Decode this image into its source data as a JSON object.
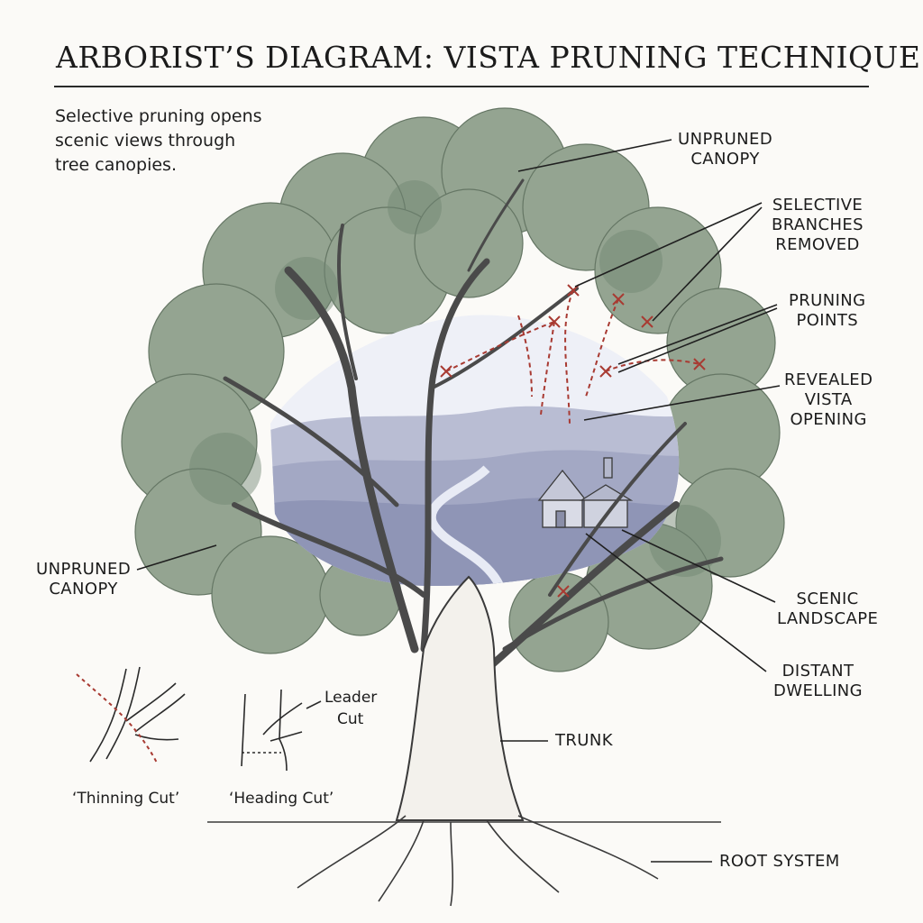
{
  "title": "ARBORIST’S DIAGRAM: VISTA PRUNING TECHNIQUE",
  "intro": {
    "line1": "Selective pruning opens",
    "line2": "scenic views through",
    "line3": "tree canopies."
  },
  "labels": {
    "unpruned_canopy_top": {
      "line1": "UNPRUNED",
      "line2": "CANOPY"
    },
    "selective_branches": {
      "line1": "SELECTIVE",
      "line2": "BRANCHES",
      "line3": "REMOVED"
    },
    "pruning_points": {
      "line1": "PRUNING",
      "line2": "POINTS"
    },
    "revealed_vista": {
      "line1": "REVEALED",
      "line2": "VISTA",
      "line3": "OPENING"
    },
    "unpruned_canopy_left": {
      "line1": "UNPRUNED",
      "line2": "CANOPY"
    },
    "scenic_landscape": {
      "line1": "SCENIC",
      "line2": "LANDSCAPE"
    },
    "distant_dwelling": {
      "line1": "DISTANT",
      "line2": "DWELLING"
    },
    "trunk": "TRUNK",
    "root_system": "ROOT SYSTEM"
  },
  "insets": {
    "thinning_caption": "‘Thinning Cut’",
    "heading_caption": "‘Heading Cut’",
    "leader_line1": "Leader",
    "leader_line2": "Cut"
  },
  "colors": {
    "foliage": "#8fa08c",
    "foliage_dark": "#6f8570",
    "vista": "#b9bdd3",
    "cut_marks": "#a83a32",
    "ink": "#2a2a2a"
  }
}
